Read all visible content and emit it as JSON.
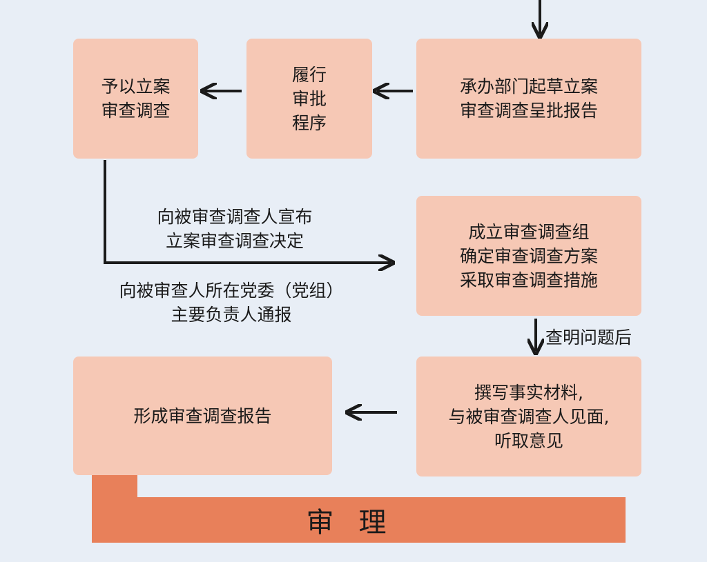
{
  "boxes": {
    "start_case": "予以立案\n审查调查",
    "approval": "履行\n审批\n程序",
    "draft_report": "承办部门起草立案\n审查调查呈批报告",
    "form_group": "成立审查调查组\n确定审查调查方案\n采取审查调查措施",
    "write_materials": "撰写事实材料,\n与被审查调查人见面,\n听取意见",
    "form_report": "形成审查调查报告"
  },
  "labels": {
    "announce": "向被审查调查人宣布\n立案审查调查决定",
    "notify": "向被审查人所在党委（党组）\n主要负责人通报",
    "after_clarify": "查明问题后"
  },
  "footer": {
    "title": "审理"
  },
  "colors": {
    "box": "#f6c8b5",
    "footer": "#e8805a",
    "background": "#e8eef6",
    "arrow": "#1a1a1a"
  }
}
